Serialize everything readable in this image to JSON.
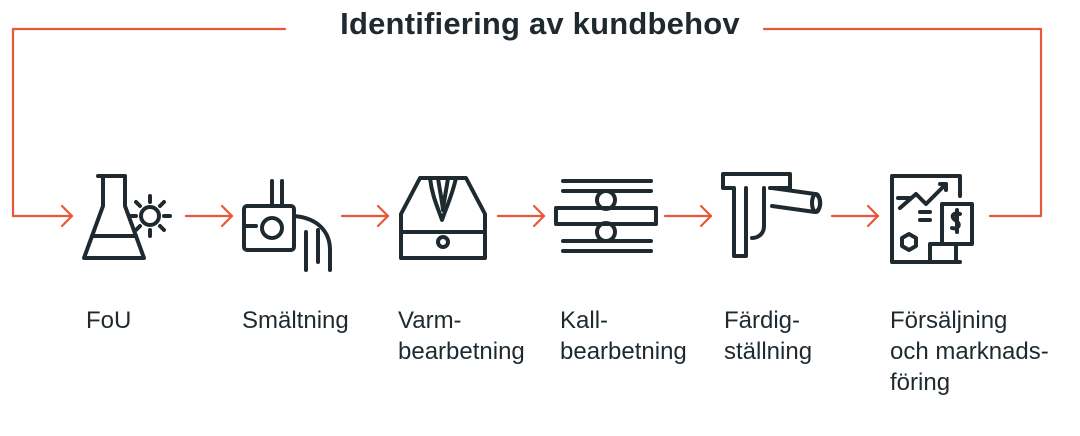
{
  "title": "Identifiering av kundbehov",
  "colors": {
    "accent": "#e8573a",
    "ink": "#1f2a30",
    "background": "#ffffff"
  },
  "steps": [
    {
      "icon": "lab-flask-gear-icon",
      "lines": [
        "FoU"
      ]
    },
    {
      "icon": "melting-pot-pour-icon",
      "lines": [
        "Smältning"
      ]
    },
    {
      "icon": "hot-forming-mold-icon",
      "lines": [
        "Varm-",
        "bearbetning"
      ]
    },
    {
      "icon": "cold-rolling-icon",
      "lines": [
        "Kall-",
        "bearbetning"
      ]
    },
    {
      "icon": "finishing-caliper-icon",
      "lines": [
        "Färdig-",
        "ställning"
      ]
    },
    {
      "icon": "sales-marketing-chart-icon",
      "lines": [
        "Försäljning",
        "och marknads-",
        "föring"
      ]
    }
  ]
}
